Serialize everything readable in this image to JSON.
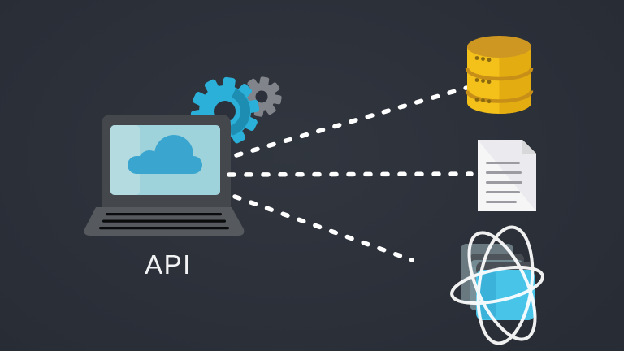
{
  "diagram": {
    "label": "API",
    "source": {
      "name": "api-client",
      "icons": [
        "laptop-icon",
        "cloud-icon",
        "gear-large-icon",
        "gear-small-icon"
      ]
    },
    "targets": [
      {
        "name": "database",
        "icon": "database-icon"
      },
      {
        "name": "document",
        "icon": "document-icon"
      },
      {
        "name": "applications",
        "icon": "atom-applications-icon"
      }
    ],
    "connections": [
      {
        "from": "api-client",
        "to": "database",
        "style": "dashed"
      },
      {
        "from": "api-client",
        "to": "document",
        "style": "dashed"
      },
      {
        "from": "api-client",
        "to": "applications",
        "style": "dashed"
      }
    ]
  },
  "colors": {
    "background_center": "#31363f",
    "background_edge": "#262a32",
    "laptop_frame": "#44474c",
    "laptop_base": "#56595e",
    "keyboard_line": "#0a0b0d",
    "screen": "#9fd3dc",
    "screen_highlight": "#b3dbe0",
    "cloud": "#3aa6d0",
    "gear_large": "#2bb0d9",
    "gear_large_shade": "#1e8db2",
    "gear_small": "#81848a",
    "gear_hole": "#2b303a",
    "connector": "#ffffff",
    "db_top": "#ce9721",
    "db_body": "#f3c11a",
    "db_side": "#e3ac10",
    "db_divider": "#c78f17",
    "db_dot": "#8a690f",
    "doc_page": "#f6f6f7",
    "doc_shade": "#ebebef",
    "doc_fold": "#d8d8db",
    "doc_line": "#9b9ba1",
    "win_back": "#9fb5bb",
    "win_mid": "#7c97a1",
    "win_header": "#4a5055",
    "win_front": "#49c4e9",
    "win_front_shade": "#3ab2d9",
    "orbit": "#ffffff",
    "label_text": "#f2f3f4"
  }
}
